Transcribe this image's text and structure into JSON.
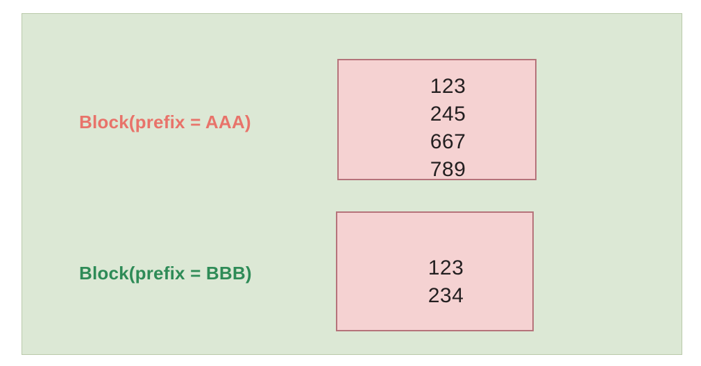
{
  "diagram": {
    "panel": {
      "background_color": "#dce8d5",
      "border_color": "#b9c9a9"
    },
    "blocks": [
      {
        "label": "Block(prefix = AAA)",
        "label_color": "#e8736a",
        "box_fill": "#f5d2d2",
        "box_border": "#b5737a",
        "values": [
          "123",
          "245",
          "667",
          "789"
        ]
      },
      {
        "label": "Block(prefix = BBB)",
        "label_color": "#2e8b57",
        "box_fill": "#f5d2d2",
        "box_border": "#b5737a",
        "values": [
          "123",
          "234"
        ]
      }
    ]
  }
}
